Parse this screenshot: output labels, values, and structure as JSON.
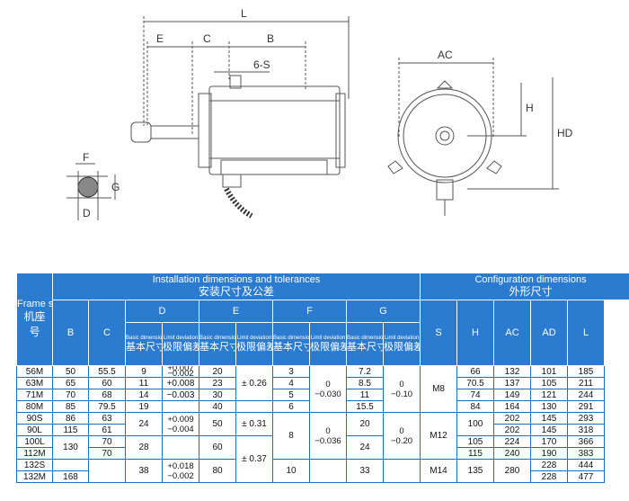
{
  "drawing_labels": {
    "L": "L",
    "E": "E",
    "C": "C",
    "B": "B",
    "S": "6-S",
    "F": "F",
    "G": "G",
    "D": "D",
    "AC": "AC",
    "H": "H",
    "HD": "HD"
  },
  "table": {
    "frame_header_en": "Frame size",
    "frame_header_cn_1": "机座",
    "frame_header_cn_2": "号",
    "group_install_en": "Installation dimensions and tolerances",
    "group_install_cn": "安装尺寸及公差",
    "group_config_en": "Configuration dimensions",
    "group_config_cn": "外形尺寸",
    "col_B": "B",
    "col_C": "C",
    "col_D": "D",
    "col_E": "E",
    "col_F": "F",
    "col_G": "G",
    "col_S": "S",
    "col_H": "H",
    "col_AC": "AC",
    "col_AD": "AD",
    "col_L": "L",
    "basic_en": "Basic dimensions",
    "basic_cn": "基本尺寸",
    "limit_en": "Limit deviation",
    "limit_cn": "极限偏差",
    "frames": [
      "56M",
      "63M",
      "71M",
      "80M",
      "90S",
      "90L",
      "100L",
      "112M",
      "132S",
      "132M"
    ],
    "B": [
      "50",
      "65",
      "70",
      "85",
      "86",
      "115",
      "",
      "130",
      "",
      "168"
    ],
    "C": [
      "55.5",
      "60",
      "68",
      "79.5",
      "63",
      "61",
      "70",
      "70",
      "",
      ""
    ],
    "D": [
      "9",
      "11",
      "14",
      "19",
      "24",
      "28",
      "38"
    ],
    "D_dev": [
      [
        "+0.007",
        "−0.002"
      ],
      [
        "+0.008"
      ],
      [
        "−0.003"
      ],
      [
        "+0.009",
        "−0.004"
      ],
      [
        "+0.018",
        "−0.002"
      ]
    ],
    "E": [
      "20",
      "23",
      "30",
      "40",
      "50",
      "60",
      "80"
    ],
    "E_dev": [
      "± 0.26",
      "± 0.31",
      "± 0.37"
    ],
    "F": [
      "3",
      "4",
      "5",
      "6",
      "8",
      "10"
    ],
    "F_dev": [
      "0",
      "−0.030",
      "0",
      "−0.036"
    ],
    "G": [
      "7.2",
      "8.5",
      "11",
      "15.5",
      "20",
      "24",
      "33"
    ],
    "G_dev": [
      "0",
      "−0.10",
      "0",
      "−0.20"
    ],
    "S": [
      "M8",
      "M12",
      "M14"
    ],
    "H": [
      "66",
      "70.5",
      "74",
      "84",
      "100",
      "105",
      "115",
      "135"
    ],
    "AC": [
      "132",
      "137",
      "149",
      "164",
      "202",
      "202",
      "224",
      "240",
      "280"
    ],
    "AD": [
      "101",
      "105",
      "121",
      "130",
      "145",
      "145",
      "170",
      "190",
      "228",
      "228"
    ],
    "L": [
      "185",
      "211",
      "244",
      "291",
      "293",
      "318",
      "366",
      "383",
      "444",
      "477"
    ]
  }
}
